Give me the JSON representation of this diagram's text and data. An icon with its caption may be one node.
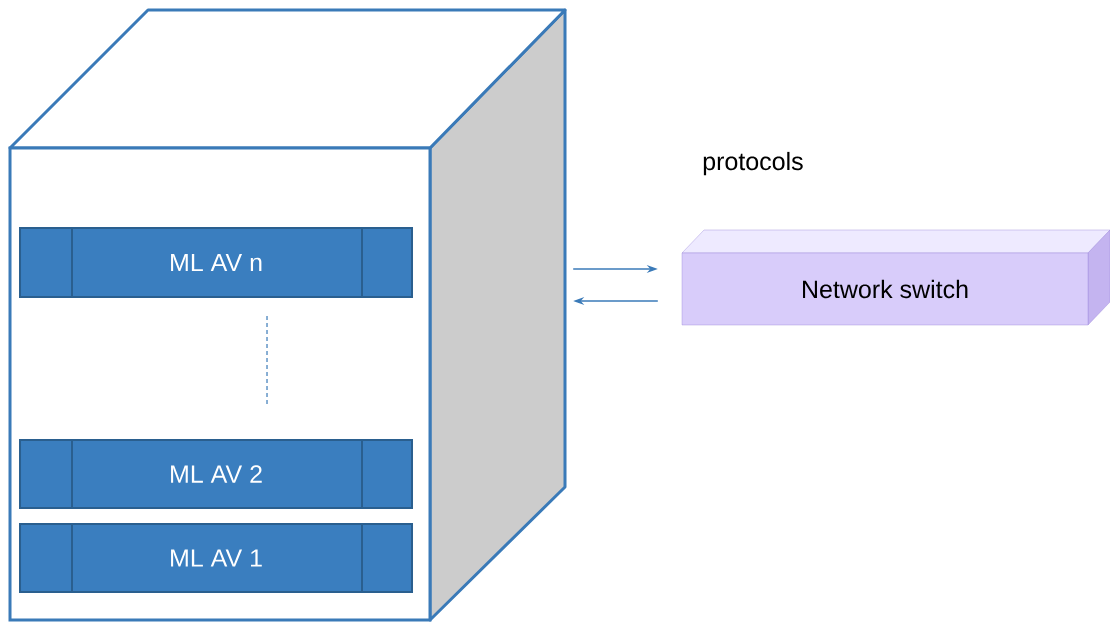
{
  "diagram": {
    "nodes": [
      {
        "text": [],
        "shape": "box"
      },
      {
        "text": [
          "ML AV n"
        ],
        "in": 0
      },
      {
        "text": [
          "ML AV 2"
        ],
        "in": 0
      },
      {
        "text": [
          "ML AV 1"
        ],
        "in": 0
      },
      {
        "text": [
          "Network switch"
        ]
      }
    ],
    "edges": [
      {
        "from": 0,
        "to": 4,
        "arrow": "to"
      },
      {
        "from": 4,
        "to": 0,
        "arrow": "to"
      }
    ],
    "labels": [
      "protocols"
    ]
  }
}
